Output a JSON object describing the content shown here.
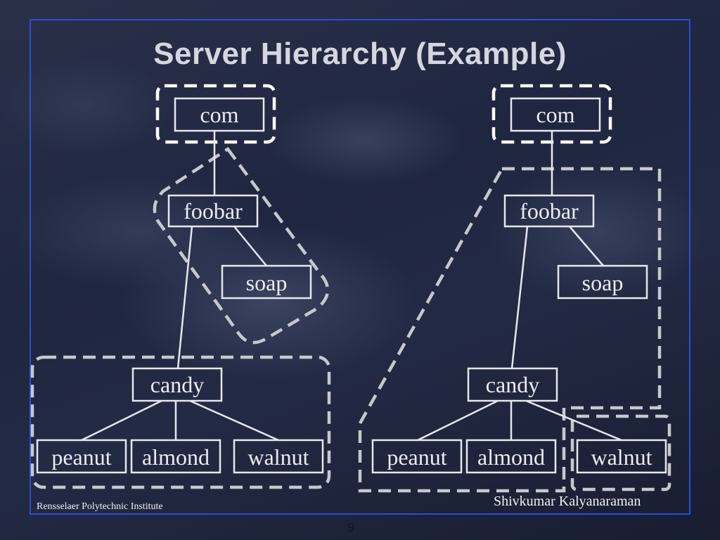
{
  "title": "Server Hierarchy (Example)",
  "footer": {
    "institution": "Rensselaer Polytechnic Institute",
    "author": "Shivkumar Kalyanaraman",
    "slide_number": "9"
  },
  "trees": [
    {
      "nodes": [
        {
          "id": "com",
          "label": "com"
        },
        {
          "id": "foobar",
          "label": "foobar"
        },
        {
          "id": "soap",
          "label": "soap"
        },
        {
          "id": "candy",
          "label": "candy"
        },
        {
          "id": "peanut",
          "label": "peanut"
        },
        {
          "id": "almond",
          "label": "almond"
        },
        {
          "id": "walnut",
          "label": "walnut"
        }
      ],
      "edges": [
        [
          "com",
          "foobar"
        ],
        [
          "foobar",
          "soap"
        ],
        [
          "foobar",
          "candy"
        ],
        [
          "candy",
          "peanut"
        ],
        [
          "candy",
          "almond"
        ],
        [
          "candy",
          "walnut"
        ]
      ],
      "zones": [
        "com",
        "foobar + soap",
        "candy + peanut + almond + walnut"
      ]
    },
    {
      "nodes": [
        {
          "id": "com",
          "label": "com"
        },
        {
          "id": "foobar",
          "label": "foobar"
        },
        {
          "id": "soap",
          "label": "soap"
        },
        {
          "id": "candy",
          "label": "candy"
        },
        {
          "id": "peanut",
          "label": "peanut"
        },
        {
          "id": "almond",
          "label": "almond"
        },
        {
          "id": "walnut",
          "label": "walnut"
        }
      ],
      "edges": [
        [
          "com",
          "foobar"
        ],
        [
          "foobar",
          "soap"
        ],
        [
          "foobar",
          "candy"
        ],
        [
          "candy",
          "peanut"
        ],
        [
          "candy",
          "almond"
        ],
        [
          "candy",
          "walnut"
        ]
      ],
      "zones": [
        "com",
        "foobar + soap + candy + peanut + almond",
        "walnut"
      ]
    }
  ]
}
